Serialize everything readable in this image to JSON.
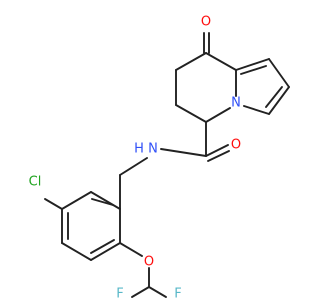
{
  "molecule": {
    "atoms": [
      {
        "id": "O_ketone",
        "label": "O",
        "color": "#ff0d0d"
      },
      {
        "id": "N_ring",
        "label": "N",
        "color": "#3050f8"
      },
      {
        "id": "N_amide",
        "label": "N",
        "color": "#3050f8"
      },
      {
        "id": "H_amide",
        "label": "H",
        "color": "#3050f8"
      },
      {
        "id": "O_amide",
        "label": "O",
        "color": "#ff0d0d"
      },
      {
        "id": "Cl",
        "label": "Cl",
        "color": "#1fa31f"
      },
      {
        "id": "O_ether",
        "label": "O",
        "color": "#ff0d0d"
      },
      {
        "id": "F_left",
        "label": "F",
        "color": "#58b8c8"
      },
      {
        "id": "F_right",
        "label": "F",
        "color": "#58b8c8"
      }
    ],
    "bond_color": "#222222",
    "background": "#ffffff"
  }
}
